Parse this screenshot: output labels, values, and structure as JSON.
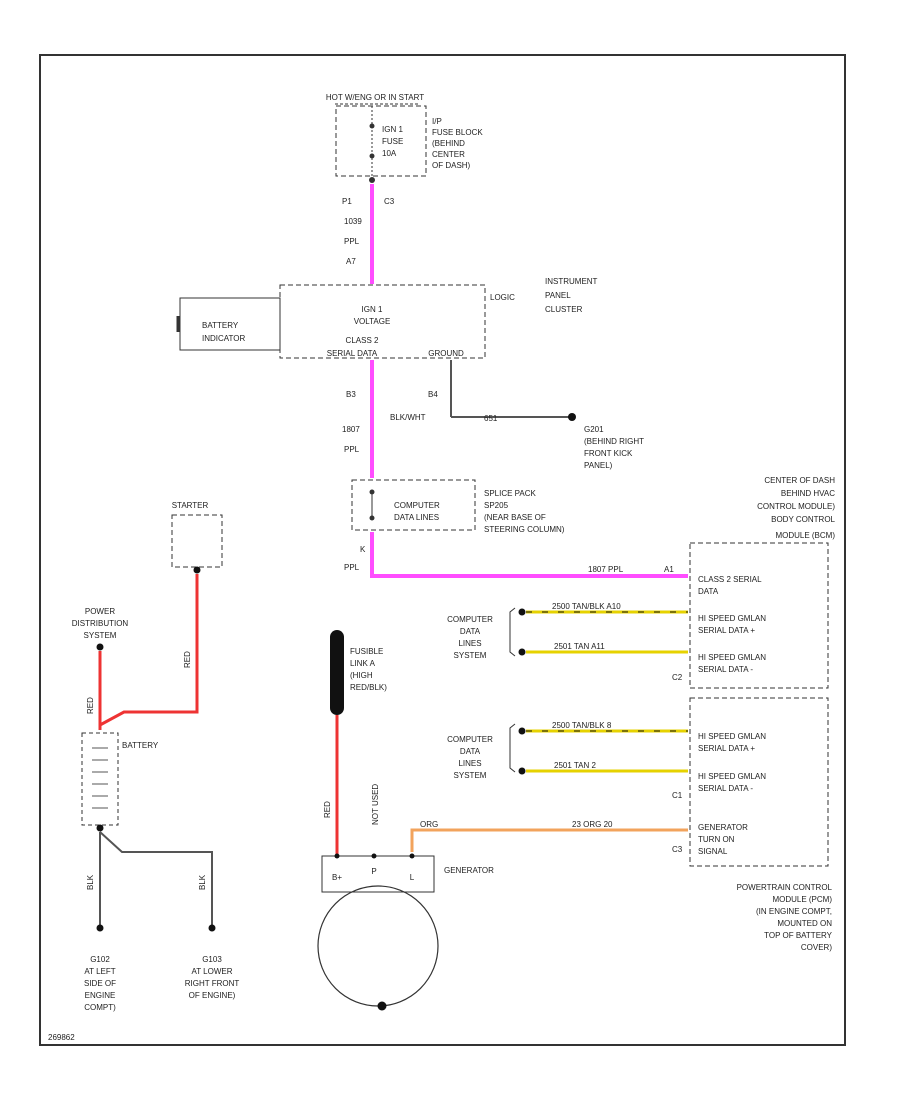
{
  "colors": {
    "pink": "#ff4dff",
    "red": "#ee3333",
    "yellow": "#e6d200",
    "orange": "#f2a35c",
    "black": "#111111",
    "frame": "#333333"
  },
  "labels": {
    "hot": "HOT W/ENG OR IN START",
    "fuse_ign": "IGN 1",
    "fuse_name": "FUSE",
    "fuse_amp": "10A",
    "fuse_loc": [
      "I/P",
      "FUSE BLOCK",
      "(BEHIND",
      "CENTER",
      "OF DASH)"
    ],
    "pin_p1": "P1",
    "conn_c3_top": "C3",
    "wire1_num": "1039",
    "wire1_col": "PPL",
    "pin_a7": "A7",
    "cluster_ign": "IGN 1",
    "cluster_voltage": "VOLTAGE",
    "cluster_class2": "CLASS 2",
    "cluster_serial": "SERIAL DATA",
    "cluster_ground": "GROUND",
    "cluster_logic": "LOGIC",
    "cluster_name": [
      "INSTRUMENT",
      "PANEL",
      "CLUSTER"
    ],
    "battery_indicator": [
      "BATTERY",
      "INDICATOR"
    ],
    "pin_b3": "B3",
    "pin_b4": "B4",
    "wire2_num": "1807",
    "wire2_col": "PPL",
    "ground_wire": "BLK/WHT",
    "ground_num": "651",
    "g201": [
      "G201",
      "(BEHIND RIGHT",
      "FRONT KICK",
      "PANEL)"
    ],
    "computer_data": [
      "COMPUTER",
      "DATA LINES"
    ],
    "splice_pack": [
      "SPLICE PACK",
      "SP205",
      "(NEAR BASE OF",
      "STEERING COLUMN)"
    ],
    "pin_k": "K",
    "wire3_col": "PPL",
    "wire3_label": "1807  PPL",
    "pin_a1": "A1",
    "bcm_loc": [
      "CENTER OF DASH",
      "BEHIND HVAC",
      "CONTROL MODULE)",
      "BODY CONTROL",
      "MODULE (BCM)"
    ],
    "bcm_class2": [
      "CLASS 2 SERIAL",
      "DATA"
    ],
    "starter": "STARTER",
    "pds": [
      "POWER",
      "DISTRIBUTION",
      "SYSTEM"
    ],
    "red_wire": "RED",
    "fusible_link": [
      "FUSIBLE",
      "LINK A",
      "(HIGH",
      "RED/BLK)"
    ],
    "data_sys_1": [
      "COMPUTER",
      "DATA",
      "LINES",
      "SYSTEM"
    ],
    "data_sys_2": [
      "COMPUTER",
      "DATA",
      "LINES",
      "SYSTEM"
    ],
    "gmlan_top_1": "2500  TAN/BLK  A10",
    "gmlan_top_2": "2501  TAN  A11",
    "gmlan_bot_1": "2500  TAN/BLK  8",
    "gmlan_bot_2": "2501  TAN  2",
    "hs_plus": [
      "HI SPEED GMLAN",
      "SERIAL DATA +"
    ],
    "hs_minus": [
      "HI SPEED GMLAN",
      "SERIAL DATA -"
    ],
    "conn_c2": "C2",
    "conn_c1": "C1",
    "conn_c3_bot": "C3",
    "battery": "BATTERY",
    "not_used": "NOT USED",
    "gen_wire": "23  ORG  20",
    "gen_wire_start": "ORG",
    "gen_turn_on": [
      "GENERATOR",
      "TURN ON",
      "SIGNAL"
    ],
    "generator": "GENERATOR",
    "gen_terms": [
      "B+",
      "P",
      "L"
    ],
    "pcm": [
      "POWERTRAIN CONTROL",
      "MODULE (PCM)",
      "(IN ENGINE COMPT,",
      "MOUNTED ON",
      "TOP OF BATTERY",
      "COVER)"
    ],
    "g102": [
      "G102",
      "AT LEFT",
      "SIDE OF",
      "ENGINE",
      "COMPT)"
    ],
    "g103": [
      "G103",
      "AT LOWER",
      "RIGHT FRONT",
      "OF ENGINE)"
    ],
    "blk_wire": "BLK",
    "footer_id": "269862"
  }
}
